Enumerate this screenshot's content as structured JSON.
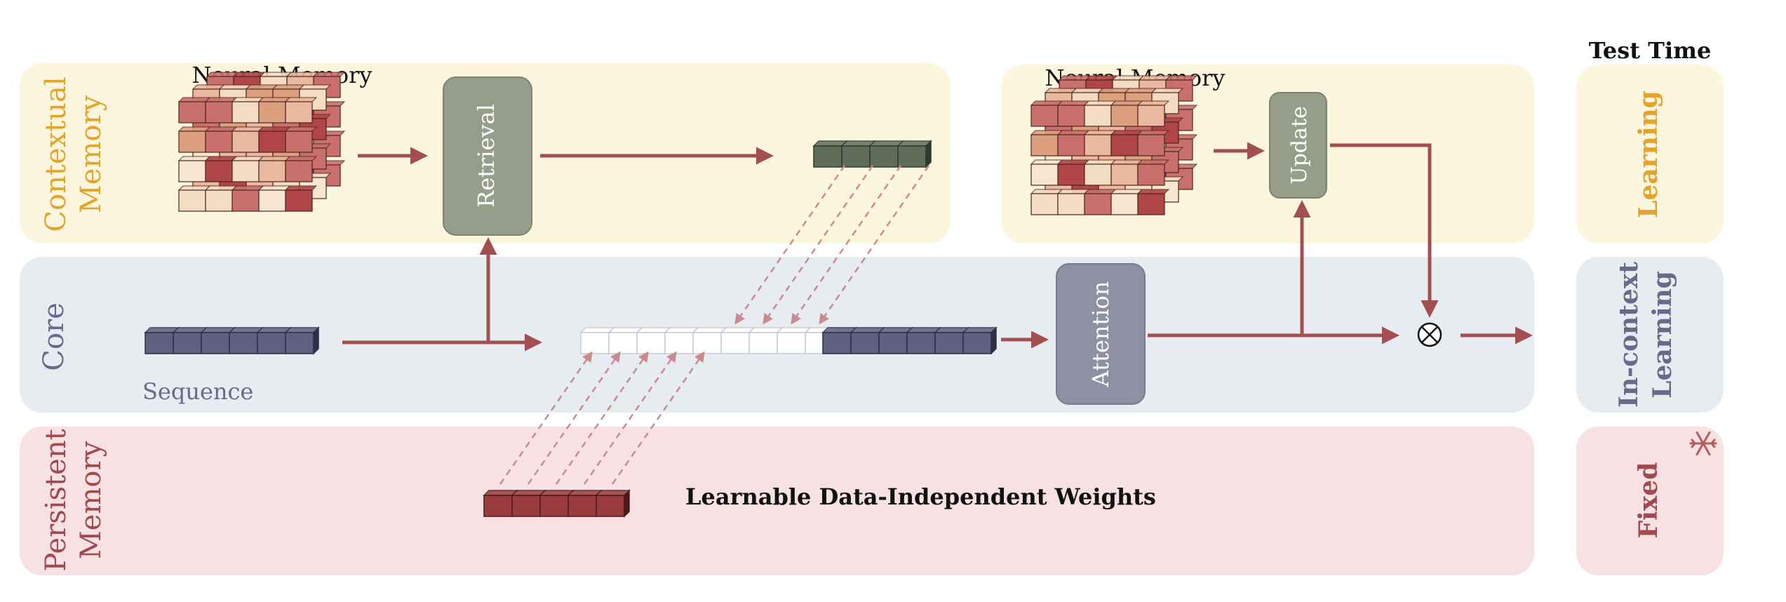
{
  "rows": {
    "contextual": {
      "label_line1": "Contextual",
      "label_line2": "Memory",
      "color": "#e4a42a",
      "bg": "#fdf6df"
    },
    "core": {
      "label": "Core",
      "color": "#69698c",
      "bg": "#e6ecf0"
    },
    "persistent": {
      "label_line1": "Persistent",
      "label_line2": "Memory",
      "color": "#a04a4f",
      "bg": "#f7e1e2"
    }
  },
  "test_time": {
    "heading": "Test Time",
    "learning": "Learning",
    "in_context_line1": "In-context",
    "in_context_line2": "Learning",
    "fixed": "Fixed",
    "fixed_icon": "snowflake-icon"
  },
  "labels": {
    "neural_memory_left": "Neural Memory",
    "neural_memory_right": "Neural Memory",
    "retrieval": "Retrieval",
    "update": "Update",
    "attention": "Attention",
    "sequence": "Sequence",
    "persistent_weights": "Learnable Data-Independent Weights",
    "multiply_symbol": "⊗"
  },
  "colors": {
    "arrow": "#a34f52",
    "retrieval_box": "#969e8a",
    "attention_box": "#9090a4",
    "sequence_token": "#5f5f80",
    "memory_token": "#5f6e5a",
    "persistent_token": "#9a3c3e"
  }
}
